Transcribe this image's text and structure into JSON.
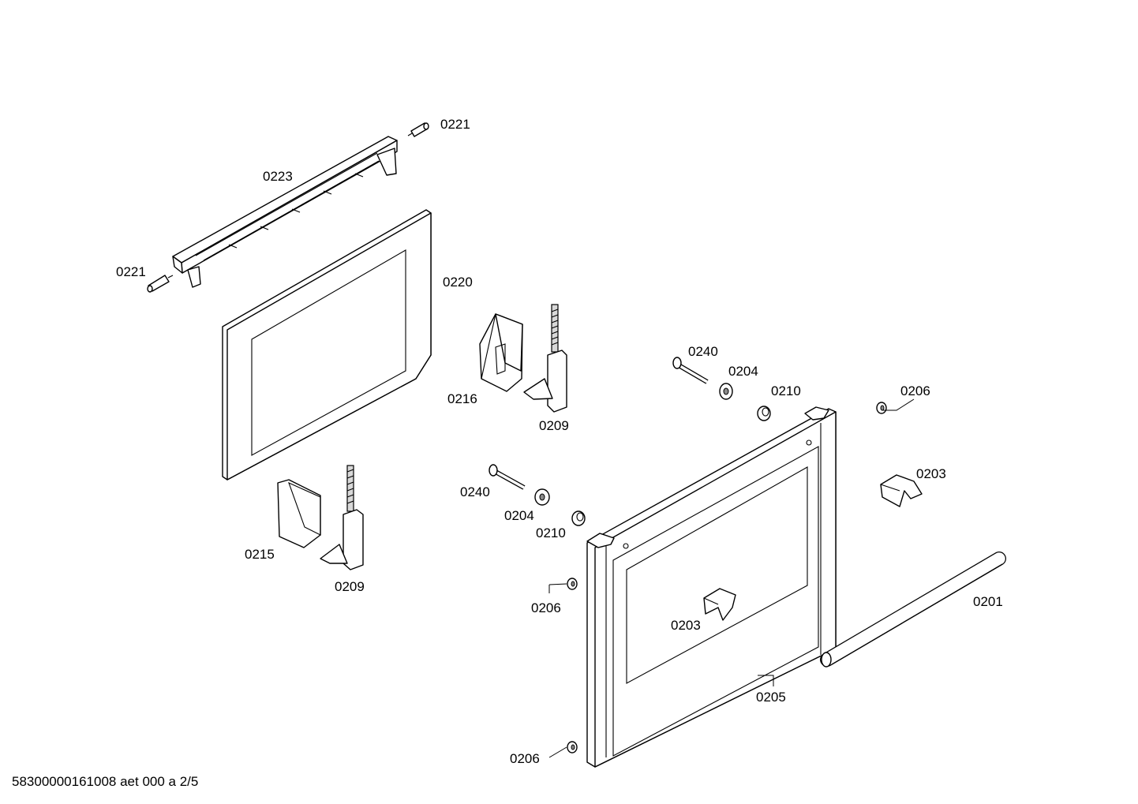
{
  "footer_code": "58300000161008 aet 000 a 2/5",
  "labels": {
    "l0221a": "0221",
    "l0221b": "0221",
    "l0223": "0223",
    "l0220": "0220",
    "l0216": "0216",
    "l0209a": "0209",
    "l0209b": "0209",
    "l0215": "0215",
    "l0240a": "0240",
    "l0240b": "0240",
    "l0204a": "0204",
    "l0204b": "0204",
    "l0210a": "0210",
    "l0210b": "0210",
    "l0206a": "0206",
    "l0206b": "0206",
    "l0206c": "0206",
    "l0203a": "0203",
    "l0203b": "0203",
    "l0201": "0201",
    "l0205": "0205"
  }
}
